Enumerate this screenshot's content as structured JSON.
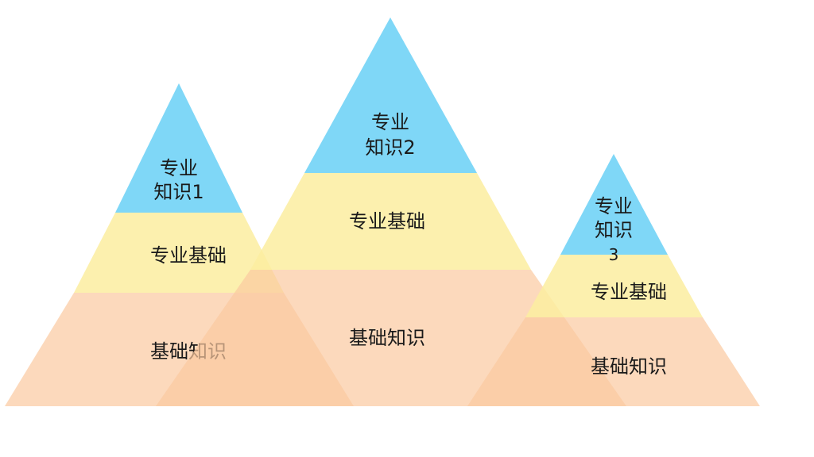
{
  "colors": {
    "top": "#7fd7f7",
    "middle": "#fbeda0",
    "bottom": "#fbc9a0"
  },
  "pyramids": [
    {
      "top_label_lines": [
        "专业",
        "知识1"
      ],
      "middle_label": "专业基础",
      "bottom_label": "基础知识"
    },
    {
      "top_label_lines": [
        "专业",
        "知识2"
      ],
      "middle_label": "专业基础",
      "bottom_label": "基础知识"
    },
    {
      "top_label_lines": [
        "专业",
        "知识",
        "3"
      ],
      "middle_label": "专业基础",
      "bottom_label": "基础知识"
    }
  ]
}
